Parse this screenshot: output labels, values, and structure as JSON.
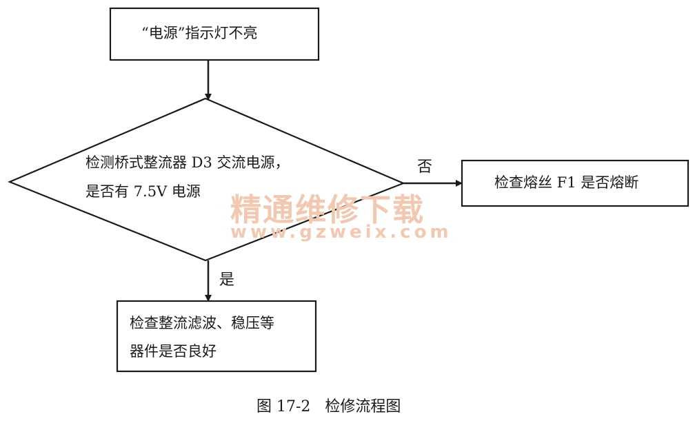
{
  "nodes": {
    "start": "“电源”指示灯不亮",
    "decision_line1": "检测桥式整流器 D3 交流电源，",
    "decision_line2": "是否有 7.5V 电源",
    "no_box": "检查熔丝 F1 是否熔断",
    "yes_box_line1": "检查整流滤波、稳压等",
    "yes_box_line2": "器件是否良好"
  },
  "edges": {
    "no_label": "否",
    "yes_label": "是"
  },
  "watermark": {
    "line1": "精通维修下载",
    "line2": "www.gzweix.com"
  },
  "caption": "图 17-2   检修流程图"
}
